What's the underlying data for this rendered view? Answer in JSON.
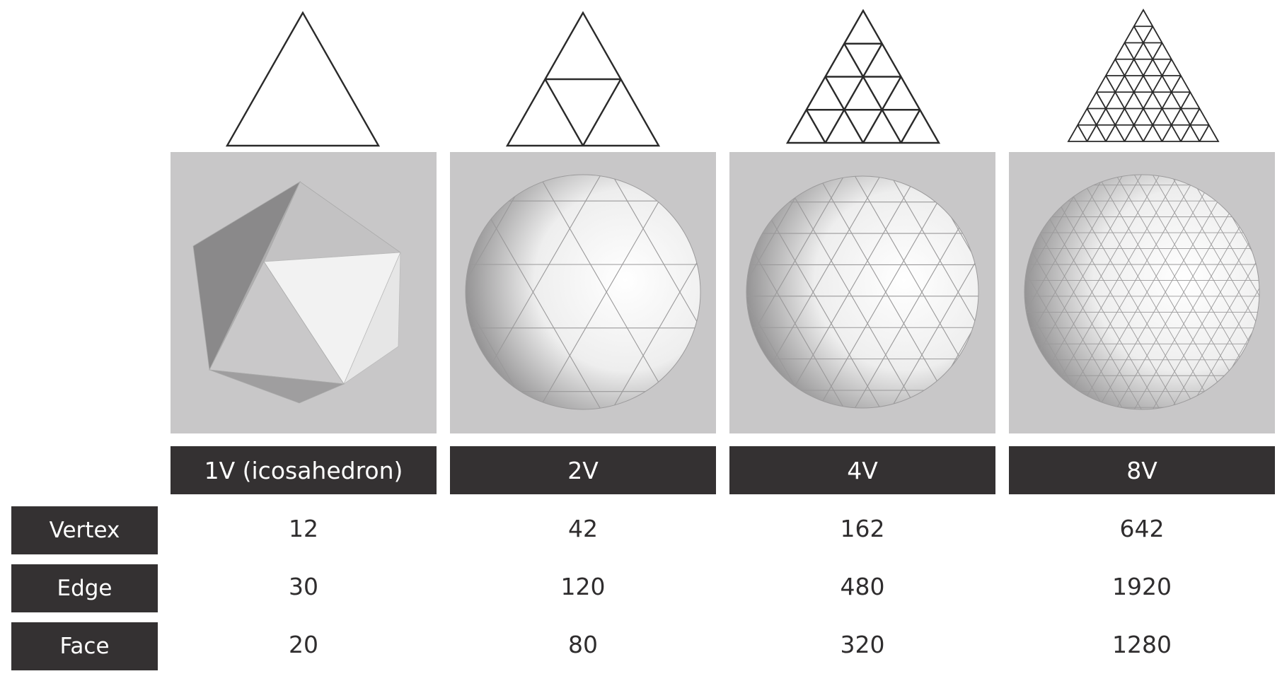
{
  "columns": [
    {
      "label": "1V (icosahedron)",
      "frequency": 1,
      "vertex": "12",
      "edge": "30",
      "face": "20"
    },
    {
      "label": "2V",
      "frequency": 2,
      "vertex": "42",
      "edge": "120",
      "face": "80"
    },
    {
      "label": "4V",
      "frequency": 4,
      "vertex": "162",
      "edge": "480",
      "face": "320"
    },
    {
      "label": "8V",
      "frequency": 8,
      "vertex": "642",
      "edge": "1920",
      "face": "1280"
    }
  ],
  "rows": {
    "vertex": "Vertex",
    "edge": "Edge",
    "face": "Face"
  },
  "colors": {
    "panel_background": "#c8c7c8",
    "label_background": "#343132",
    "label_text": "#ffffff",
    "value_text": "#2f2d2e"
  }
}
